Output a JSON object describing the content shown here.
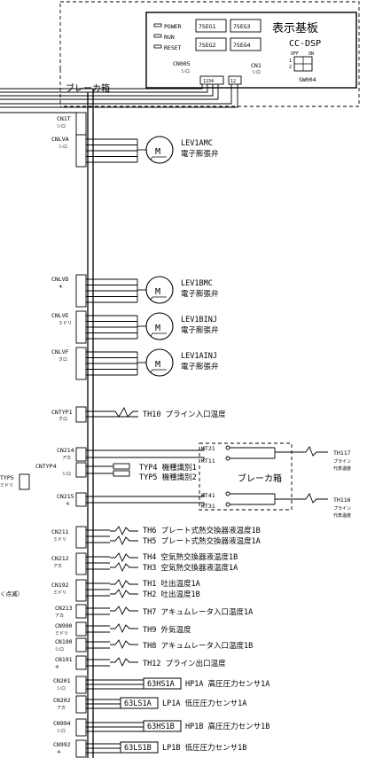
{
  "board": {
    "power": "POWER",
    "run": "RUN",
    "reset": "RESET",
    "seg": [
      "7SEG1",
      "7SEG3",
      "7SEG2",
      "7SEG4"
    ],
    "title": "表示基板",
    "cc_dsp": "CC-DSP",
    "off": "OFF",
    "on": "ON",
    "sw": "SW004",
    "cn005": "CN005",
    "cn005_color": "シロ",
    "cn1": "CN1",
    "cn1_color": "シロ",
    "cn005_pins": "1234",
    "cn1_pins": "12"
  },
  "breaker_box": "ブレーカ箱",
  "cn1t": {
    "name": "CN1T",
    "color": "シロ"
  },
  "valves": [
    {
      "conn": "CNLVA",
      "color": "シロ",
      "code": "LEV1AMC",
      "desc": "電子膨張弁"
    },
    {
      "conn": "CNLVD",
      "color": "キ",
      "code": "LEV1BMC",
      "desc": "電子膨張弁"
    },
    {
      "conn": "CNLVE",
      "color": "ミドリ",
      "code": "LEV1BINJ",
      "desc": "電子膨張弁"
    },
    {
      "conn": "CNLVF",
      "color": "クロ",
      "code": "LEV1AINJ",
      "desc": "電子膨張弁"
    }
  ],
  "cntyp1": {
    "conn": "CNTYP1",
    "color": "クロ",
    "label": "TH10 プライン入口温度"
  },
  "cn214": {
    "conn": "CN214",
    "color": "アカ"
  },
  "cntyp4": {
    "conn": "CNTYP4",
    "color": "シロ",
    "typ4": "TYP4 機種識別1",
    "typ5": "TYP5 機種識別2"
  },
  "typ5_left": {
    "name": "TYP5",
    "color": "ミドリ"
  },
  "cn215": {
    "conn": "CN215",
    "color": "キ"
  },
  "kt": {
    "kt21": "KT21",
    "kt11": "KT11",
    "kt41": "KT41",
    "kt31": "KT31",
    "box": "ブレーカ箱"
  },
  "th117": {
    "name": "TH117",
    "l1": "プライン",
    "l2": "代表温度"
  },
  "th116": {
    "name": "TH116",
    "l1": "プライン",
    "l2": "代表温度"
  },
  "cn211": {
    "conn": "CN211",
    "color": "ミドリ",
    "a": "TH6 プレート式熱交換器液温度1B",
    "b": "TH5 プレート式熱交換器液温度1A"
  },
  "cn212": {
    "conn": "CN212",
    "color": "アカ",
    "a": "TH4 空気熱交換器液温度1B",
    "b": "TH3 空気熱交換器液温度1A"
  },
  "cn192": {
    "conn": "CN192",
    "color": "ミドリ",
    "prefix": "く点滅）",
    "a": "TH1 吐出温度1A",
    "b": "TH2 吐出温度1B"
  },
  "cn213": {
    "conn": "CN213",
    "color": "アカ",
    "label": "TH7 アキュムレータ入口温度1A"
  },
  "cn990": {
    "conn": "CN990",
    "color": "ミドリ",
    "label": "TH9 外気温度"
  },
  "cn190": {
    "conn": "CN190",
    "color": "シロ",
    "label": "TH8 アキュムレータ入口温度1B"
  },
  "cn191": {
    "conn": "CN191",
    "color": "キ",
    "label": "TH12 プライン出口温度"
  },
  "cn201": {
    "conn": "CN201",
    "color": "シロ",
    "sensor": "63HS1A",
    "label": "HP1A 高圧圧力センサ1A"
  },
  "cn202": {
    "conn": "CN202",
    "color": "アカ",
    "sensor": "63LS1A",
    "label": "LP1A 低圧圧力センサ1A"
  },
  "cn994": {
    "conn": "CN994",
    "color": "シロ",
    "sensor": "63HS1B",
    "label": "HP1B 高圧圧力センサ1B"
  },
  "cn992": {
    "conn": "CN992",
    "color": "キ",
    "sensor": "63LS1B",
    "label": "LP1B 低圧圧力センサ1B"
  }
}
